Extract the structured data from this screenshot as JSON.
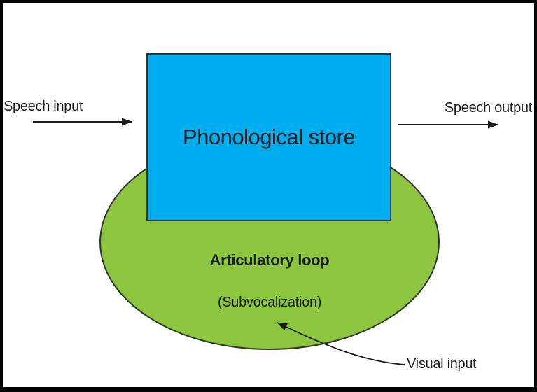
{
  "diagram": {
    "store": {
      "label": "Phonological store",
      "fill": "#00aeef"
    },
    "loop": {
      "label": "Articulatory loop",
      "sublabel": "(Subvocalization)",
      "fill": "#8cc63f"
    },
    "arrows": {
      "speech_input_label": "Speech input",
      "speech_output_label": "Speech output",
      "visual_input_label": "Visual input"
    },
    "colors": {
      "outline": "#333333",
      "arrow": "#1c1c1c",
      "text": "#1d1d1d",
      "frame": "#000000",
      "background": "#ffffff"
    }
  }
}
